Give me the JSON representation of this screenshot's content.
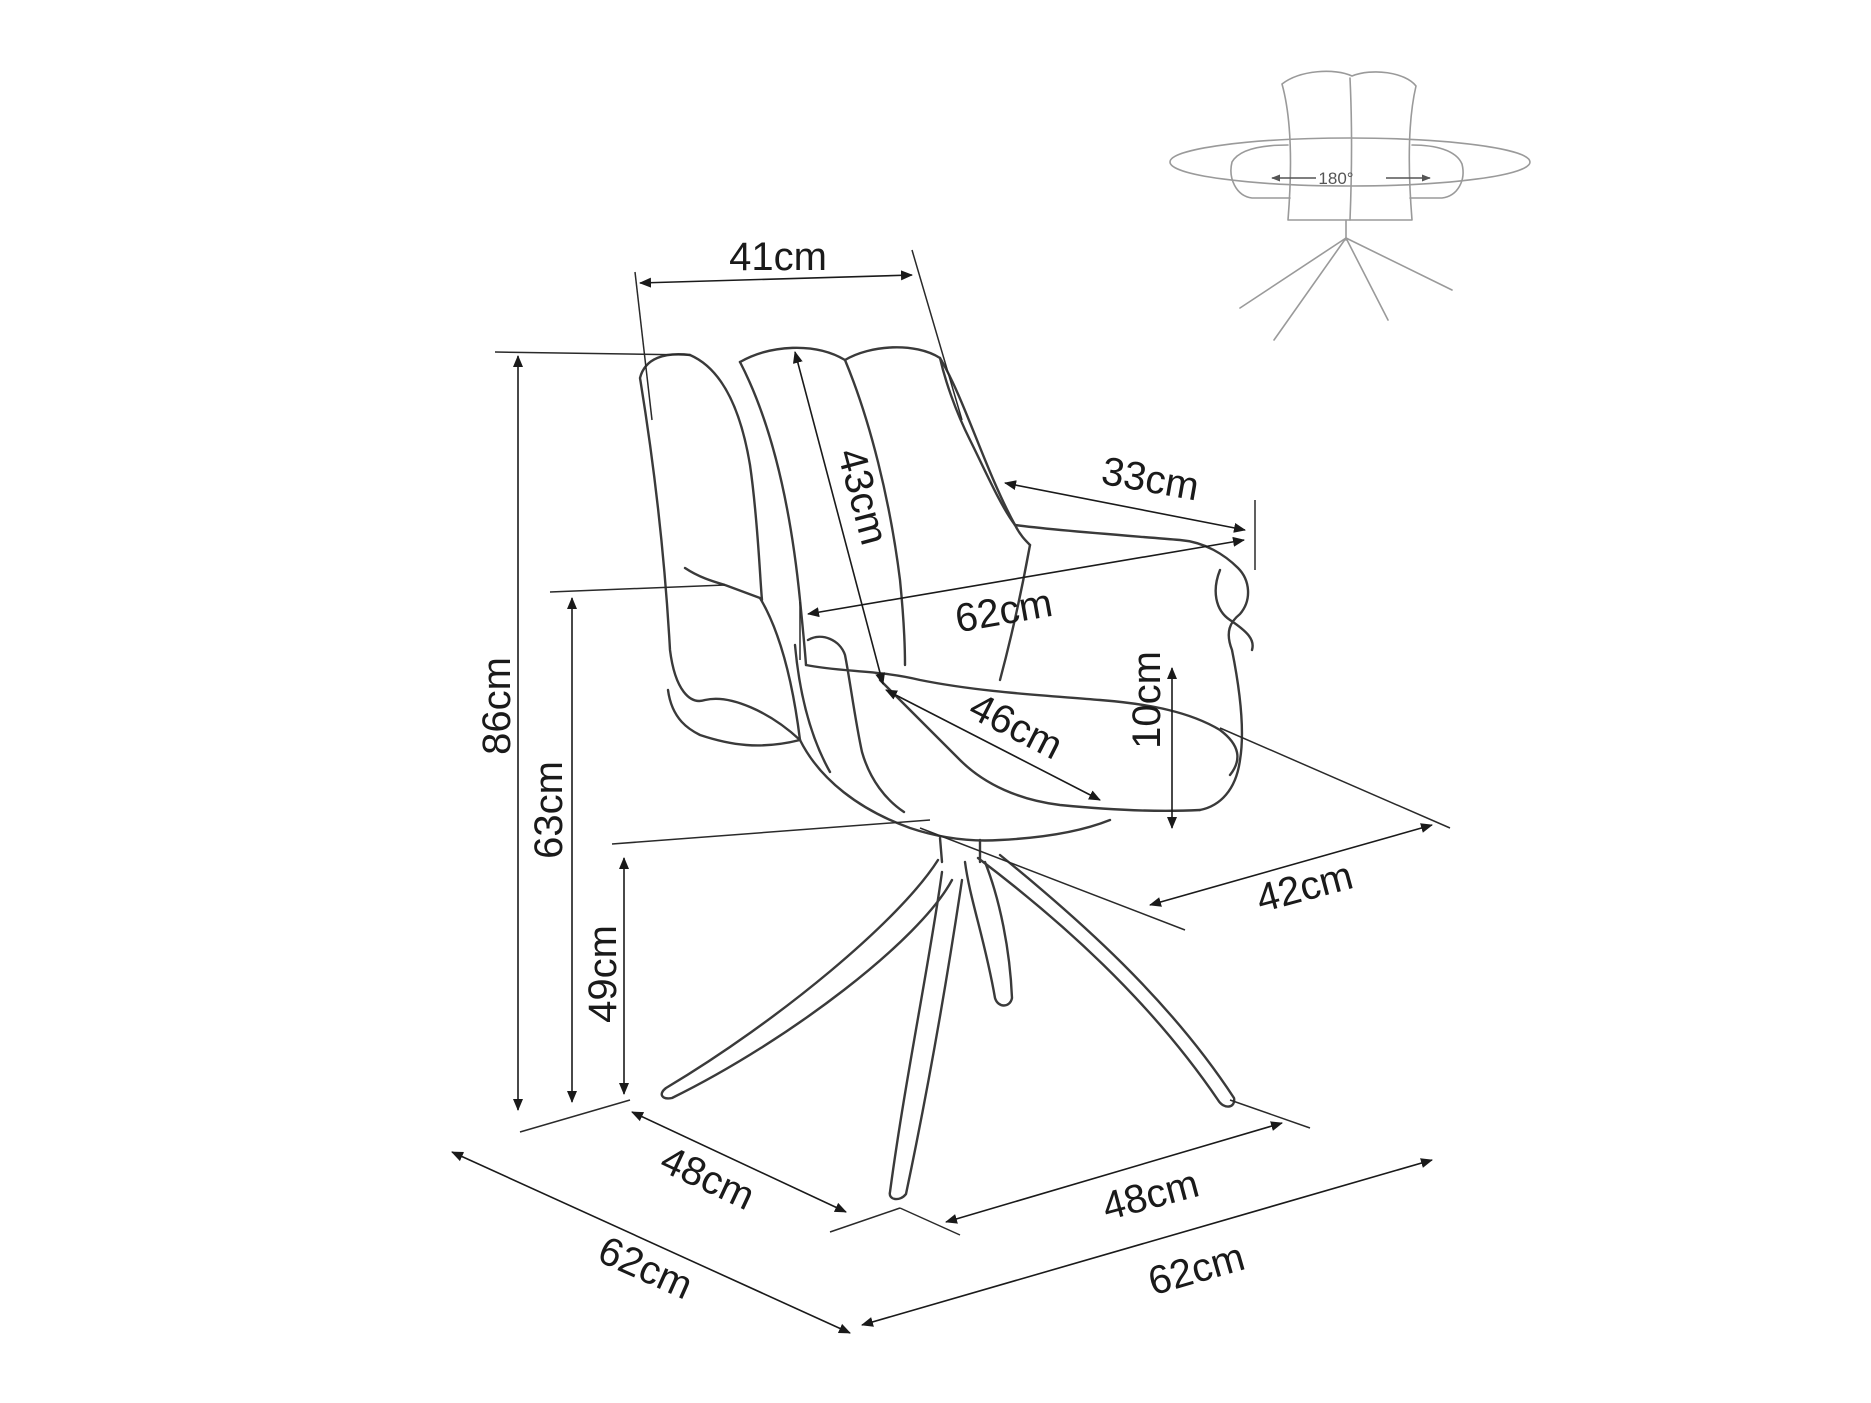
{
  "dimensions": {
    "back_width": "41cm",
    "arm_length": "33cm",
    "backrest_height": "43cm",
    "inner_width": "62cm",
    "seat_depth": "46cm",
    "armrest_above_seat": "10cm",
    "seat_side": "42cm",
    "total_height": "86cm",
    "armrest_height": "63cm",
    "seat_height": "49cm",
    "base_left": "48cm",
    "base_right": "48cm",
    "overall_left": "62cm",
    "overall_right": "62cm"
  },
  "inset": {
    "rotation": "180°"
  }
}
